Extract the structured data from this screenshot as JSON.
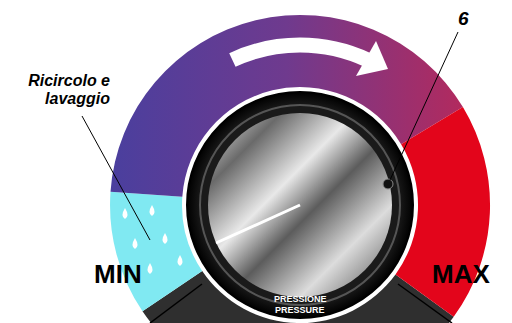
{
  "diagram": {
    "labels": [
      "Ricircolo e lavaggio",
      "6",
      "MIN",
      "MAX",
      "PRESSIONE",
      "PRESSURE"
    ]
  }
}
